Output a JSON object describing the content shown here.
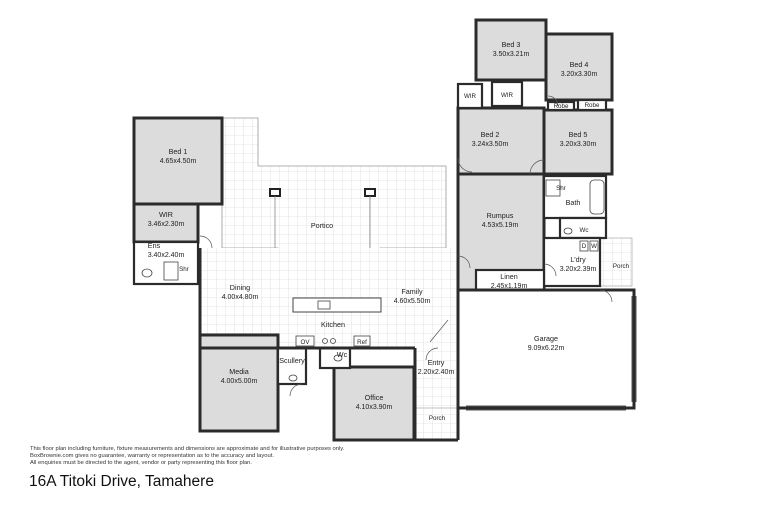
{
  "rooms": {
    "bed3": {
      "name": "Bed 3",
      "dim": "3.50x3.21m"
    },
    "bed4": {
      "name": "Bed 4",
      "dim": "3.20x3.30m"
    },
    "bed2": {
      "name": "Bed 2",
      "dim": "3.24x3.50m"
    },
    "bed5": {
      "name": "Bed 5",
      "dim": "3.20x3.30m"
    },
    "bed1": {
      "name": "Bed 1",
      "dim": "4.65x4.50m"
    },
    "wir_main": {
      "name": "WIR",
      "dim": "3.46x2.30m"
    },
    "ens": {
      "name": "Ens",
      "dim": "3.40x2.40m"
    },
    "rumpus": {
      "name": "Rumpus",
      "dim": "4.53x5.19m"
    },
    "linen": {
      "name": "Linen",
      "dim": "2.45x1.19m"
    },
    "ldry": {
      "name": "L'dry",
      "dim": "3.20x2.39m"
    },
    "dining": {
      "name": "Dining",
      "dim": "4.00x4.80m"
    },
    "family": {
      "name": "Family",
      "dim": "4.60x5.50m"
    },
    "garage": {
      "name": "Garage",
      "dim": "9.09x6.22m"
    },
    "media": {
      "name": "Media",
      "dim": "4.00x5.00m"
    },
    "office": {
      "name": "Office",
      "dim": "4.10x3.90m"
    },
    "entry": {
      "name": "Entry",
      "dim": "2.20x2.40m"
    }
  },
  "labels": {
    "wir_left": "WIR",
    "wir_right": "WIR",
    "robe_left": "Robe",
    "robe_right": "Robe",
    "shr_bath": "Shr",
    "bath": "Bath",
    "wc_bath": "Wc",
    "d": "D",
    "w": "W",
    "porch_right": "Porch",
    "shr_ens": "Shr",
    "portico": "Portico",
    "kitchen": "Kitchen",
    "ov": "OV",
    "ref": "Ref",
    "scullery": "Scullery",
    "wc_entry": "Wc",
    "porch_bottom": "Porch"
  },
  "disclaimer": [
    "This floor plan including furniture, fixture measurements and dimensions are approximate and for illustrative purposes only.",
    "BoxBrownie.com gives no guarantee, warranty or representation as to the accuracy and layout.",
    "All enquiries must be directed to the agent, vendor or party representing this floor plan."
  ],
  "address": "16A Titoki Drive, Tamahere",
  "colors": {
    "room_fill": "#dcdcdc",
    "wall": "#2b2b2b",
    "tile_line": "#c8c8c8",
    "background": "#ffffff"
  }
}
